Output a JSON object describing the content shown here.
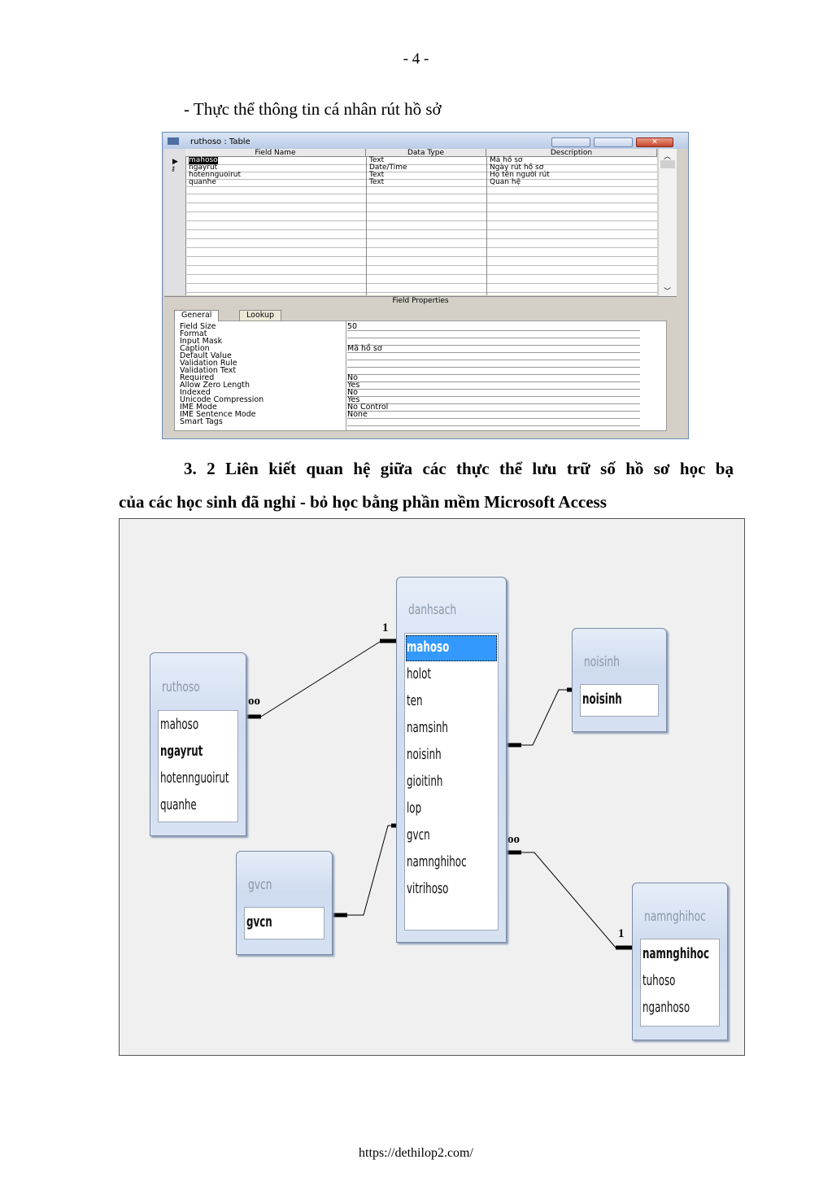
{
  "page_number": "- 4 -",
  "caption1": "- Thực thể thông tin cá nhân rút hồ sở",
  "access_window": {
    "title": "ruthoso : Table",
    "columns": [
      "Field Name",
      "Data Type",
      "Description"
    ],
    "rows": [
      {
        "name": "mahoso",
        "type": "Text",
        "desc": "Mã hồ sơ"
      },
      {
        "name": "ngayrut",
        "type": "Date/Time",
        "desc": "Ngày rút hồ sơ"
      },
      {
        "name": "hotennguoirut",
        "type": "Text",
        "desc": "Họ tên người rút"
      },
      {
        "name": "quanhe",
        "type": "Text",
        "desc": "Quan hệ"
      }
    ],
    "field_properties_label": "Field Properties",
    "tabs": [
      "General",
      "Lookup"
    ],
    "properties": [
      {
        "label": "Field Size",
        "value": "50"
      },
      {
        "label": "Format",
        "value": ""
      },
      {
        "label": "Input Mask",
        "value": ""
      },
      {
        "label": "Caption",
        "value": "Mã hồ sơ"
      },
      {
        "label": "Default Value",
        "value": ""
      },
      {
        "label": "Validation Rule",
        "value": ""
      },
      {
        "label": "Validation Text",
        "value": ""
      },
      {
        "label": "Required",
        "value": "No"
      },
      {
        "label": "Allow Zero Length",
        "value": "Yes"
      },
      {
        "label": "Indexed",
        "value": "No"
      },
      {
        "label": "Unicode Compression",
        "value": "Yes"
      },
      {
        "label": "IME Mode",
        "value": "No Control"
      },
      {
        "label": "IME Sentence Mode",
        "value": "None"
      },
      {
        "label": "Smart Tags",
        "value": ""
      }
    ]
  },
  "heading": {
    "line1": "3. 2 Liên kiết quan hệ giữa các thực thể lưu trữ số hồ sơ học bạ",
    "line2": "của các học sinh đã nghỉ - bỏ học bằng phần mềm Microsoft Access"
  },
  "diagram": {
    "tables": {
      "danhsach": {
        "name": "danhsach",
        "fields": [
          "mahoso",
          "holot",
          "ten",
          "namsinh",
          "noisinh",
          "gioitinh",
          "lop",
          "gvcn",
          "namnghihoc",
          "vitrihoso"
        ]
      },
      "ruthoso": {
        "name": "ruthoso",
        "fields": [
          "mahoso",
          "ngayrut",
          "hotennguoirut",
          "quanhe"
        ]
      },
      "noisinh": {
        "name": "noisinh",
        "fields": [
          "noisinh"
        ]
      },
      "gvcn": {
        "name": "gvcn",
        "fields": [
          "gvcn"
        ]
      },
      "namnghihoc": {
        "name": "namnghihoc",
        "fields": [
          "namnghihoc",
          "tuhoso",
          "nganhoso"
        ]
      }
    },
    "labels": {
      "one_a": "1",
      "many_a": "oo",
      "many_b": "oo",
      "one_b": "1"
    }
  },
  "footer": "https://dethilop2.com/"
}
